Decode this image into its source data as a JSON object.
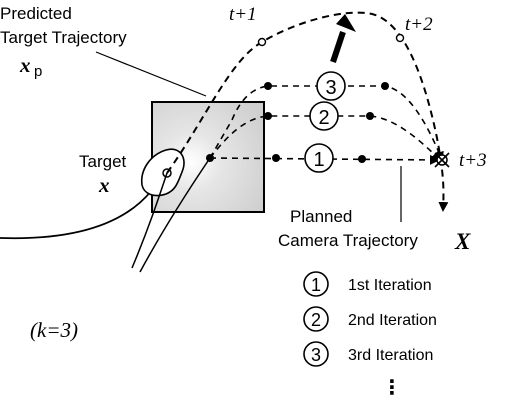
{
  "labels": {
    "predicted_line1": "Predicted",
    "predicted_line2": "Target Trajectory",
    "predicted_symbol": "x",
    "predicted_subscript": "p",
    "target_word": "Target",
    "target_symbol": "x",
    "planned_line1": "Planned",
    "planned_line2": "Camera Trajectory",
    "planned_symbol": "X",
    "k_label": "(k=3)"
  },
  "time_labels": {
    "t1": "t+1",
    "t2": "t+2",
    "t3": "t+3"
  },
  "path_markers": {
    "iter1": "1",
    "iter2": "2",
    "iter3": "3"
  },
  "legend": {
    "items": [
      {
        "num": "1",
        "label": "1st Iteration"
      },
      {
        "num": "2",
        "label": "2nd Iteration"
      },
      {
        "num": "3",
        "label": "3rd Iteration"
      }
    ],
    "ellipsis": "⋮"
  },
  "colors": {
    "ink": "#000000",
    "region_fill": "#d6d6d6",
    "background": "#ffffff"
  }
}
